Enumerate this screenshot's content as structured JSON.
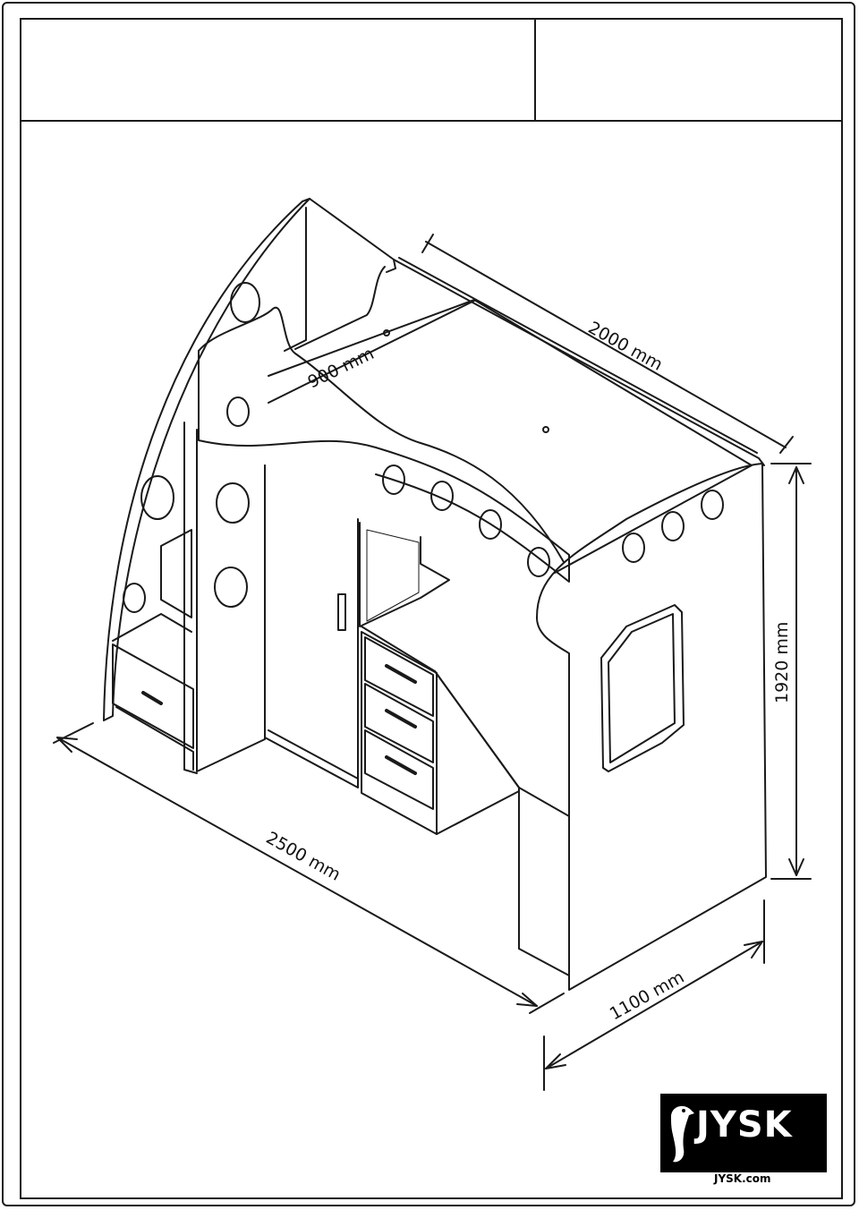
{
  "dimensions": {
    "length": "2500 mm",
    "height": "1920 mm",
    "depth": "1100 mm",
    "bed_length": "2000 mm",
    "bed_width": "900 mm"
  },
  "brand": {
    "name": "JYSK",
    "url": "JYSK.com",
    "bird_icon": "bird-logo-icon"
  },
  "colors": {
    "line": "#1a1a1a",
    "logo_bg": "#000000",
    "logo_fg": "#ffffff"
  }
}
